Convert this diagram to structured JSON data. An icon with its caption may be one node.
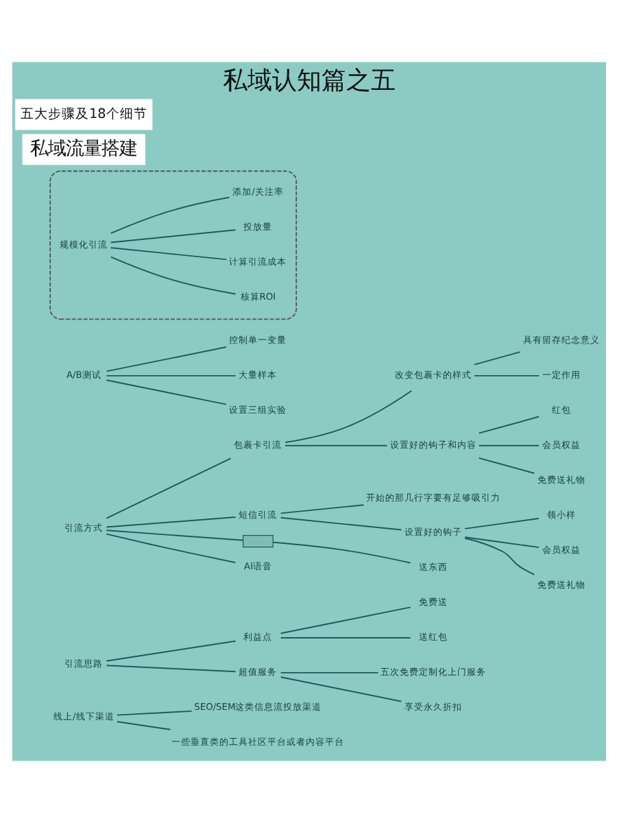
{
  "diagram": {
    "title": "私域认知篇之五",
    "nodes": [
      {
        "text": [
          "线上/线下渠道"
        ]
      },
      {
        "text": [
          "SEO/SEM这类信息流投放渠道"
        ]
      },
      {
        "text": [
          "一些垂直类的工具社区平台或者内容平台"
        ]
      },
      {
        "text": [
          "引流思路"
        ]
      },
      {
        "text": [
          "利益点"
        ]
      },
      {
        "text": [
          "免费送"
        ]
      },
      {
        "text": [
          "送红包"
        ]
      },
      {
        "text": [
          "超值服务"
        ]
      },
      {
        "text": [
          "五次免费定制化上门服务"
        ]
      },
      {
        "text": [
          "享受永久折扣"
        ]
      },
      {
        "text": [
          "引流方式"
        ]
      },
      {
        "text": [
          "包裹卡引流"
        ]
      },
      {
        "text": [
          "改变包裹卡的样式"
        ]
      },
      {
        "text": [
          "具有留存纪念意义"
        ]
      },
      {
        "text": [
          "一定作用"
        ]
      },
      {
        "text": [
          "设置好的钩子和内容"
        ]
      },
      {
        "text": [
          "红包"
        ]
      },
      {
        "text": [
          "会员权益"
        ]
      },
      {
        "text": [
          "免费送礼物"
        ]
      },
      {
        "text": [
          "短信引流"
        ]
      },
      {
        "text": [
          "开始的那几行字要有足够吸引力"
        ]
      },
      {
        "text": [
          "设置好的钩子"
        ]
      },
      {
        "text": [
          "领小样"
        ]
      },
      {
        "text": [
          "会员权益"
        ]
      },
      {
        "text": [
          "免费送礼物"
        ]
      },
      {
        "text": [],
        "shape": "box"
      },
      {
        "text": [
          "送东西"
        ]
      },
      {
        "text": [
          "AI语音"
        ]
      },
      {
        "text": [
          "A/B测试"
        ]
      },
      {
        "text": [
          "控制单一变量"
        ]
      },
      {
        "text": [
          "大量样本"
        ]
      },
      {
        "text": [
          "设置三组实验"
        ]
      },
      {
        "text": [],
        "shape": "box"
      },
      {
        "text": [
          "规模化引流"
        ],
        "in": 32
      },
      {
        "text": [
          "核算ROI"
        ],
        "in": 32
      },
      {
        "text": [
          "计算引流成本"
        ],
        "in": 32
      },
      {
        "text": [
          "投放量"
        ],
        "in": 32
      },
      {
        "text": [
          "添加/关注率"
        ],
        "in": 32
      }
    ],
    "edges": [
      {
        "from": 0,
        "to": 1,
        "arrow": "none"
      },
      {
        "from": 0,
        "to": 2,
        "arrow": "none"
      },
      {
        "from": 3,
        "to": 4,
        "arrow": "none"
      },
      {
        "from": 4,
        "to": 5,
        "arrow": "none"
      },
      {
        "from": 4,
        "to": 6,
        "arrow": "none"
      },
      {
        "from": 3,
        "to": 7,
        "arrow": "none"
      },
      {
        "from": 7,
        "to": 8,
        "arrow": "none"
      },
      {
        "from": 7,
        "to": 9,
        "arrow": "none"
      },
      {
        "from": 10,
        "to": 11,
        "arrow": "none"
      },
      {
        "from": 11,
        "to": 12,
        "arrow": "none"
      },
      {
        "from": 12,
        "to": 13,
        "arrow": "none"
      },
      {
        "from": 12,
        "to": 14,
        "arrow": "none"
      },
      {
        "from": 11,
        "to": 15,
        "arrow": "none"
      },
      {
        "from": 15,
        "to": 16,
        "arrow": "none"
      },
      {
        "from": 15,
        "to": 17,
        "arrow": "none"
      },
      {
        "from": 15,
        "to": 18,
        "arrow": "none"
      },
      {
        "from": 10,
        "to": 19,
        "arrow": "none"
      },
      {
        "from": 19,
        "to": 20,
        "arrow": "none"
      },
      {
        "from": 19,
        "to": 21,
        "arrow": "none"
      },
      {
        "from": 21,
        "to": 22,
        "arrow": "none"
      },
      {
        "from": 21,
        "to": 23,
        "arrow": "none"
      },
      {
        "from": 21,
        "to": 24,
        "arrow": "none"
      },
      {
        "from": 10,
        "to": 25,
        "arrow": "none"
      },
      {
        "from": 25,
        "to": 26,
        "arrow": "none"
      },
      {
        "from": 10,
        "to": 27,
        "arrow": "none"
      },
      {
        "from": 28,
        "to": 29,
        "arrow": "none"
      },
      {
        "from": 28,
        "to": 30,
        "arrow": "none"
      },
      {
        "from": 28,
        "to": 31,
        "arrow": "none"
      },
      {
        "from": 33,
        "to": 34,
        "arrow": "none"
      },
      {
        "from": 33,
        "to": 35,
        "arrow": "none"
      },
      {
        "from": 33,
        "to": 36,
        "arrow": "none"
      },
      {
        "from": 33,
        "to": 37,
        "arrow": "none"
      }
    ],
    "labels": [
      "私域流量搭建",
      "五大步骤及18个细节"
    ]
  }
}
